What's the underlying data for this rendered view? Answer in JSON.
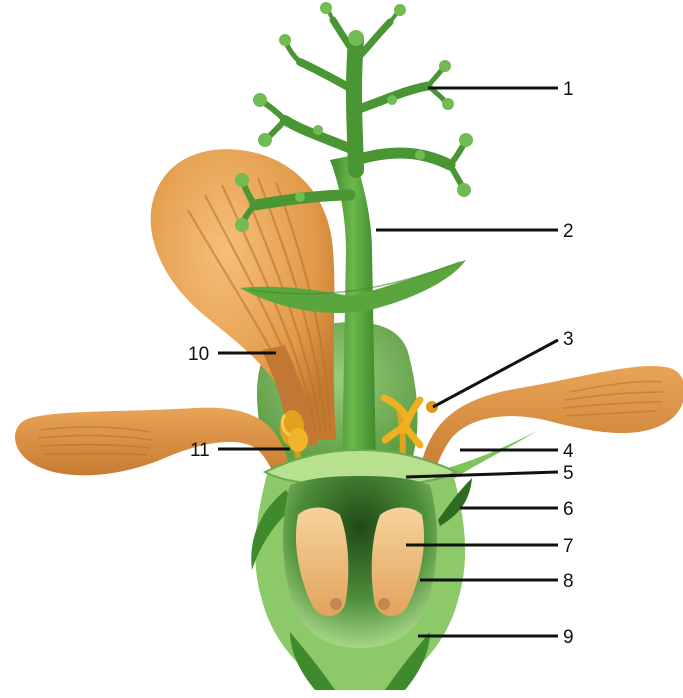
{
  "figure": {
    "labels": [
      "1",
      "2",
      "3",
      "4",
      "5",
      "6",
      "7",
      "8",
      "9",
      "10",
      "11"
    ]
  },
  "colors": {
    "stem_green": "#5fa843",
    "dark_green": "#3f8a2c",
    "light_green": "#9fd47a",
    "pale_green": "#c8e9a8",
    "petal_orange": "#d4873a",
    "petal_light": "#f0b168",
    "ovule": "#f3c27a",
    "yellow": "#f0b020",
    "line": "#111111"
  }
}
